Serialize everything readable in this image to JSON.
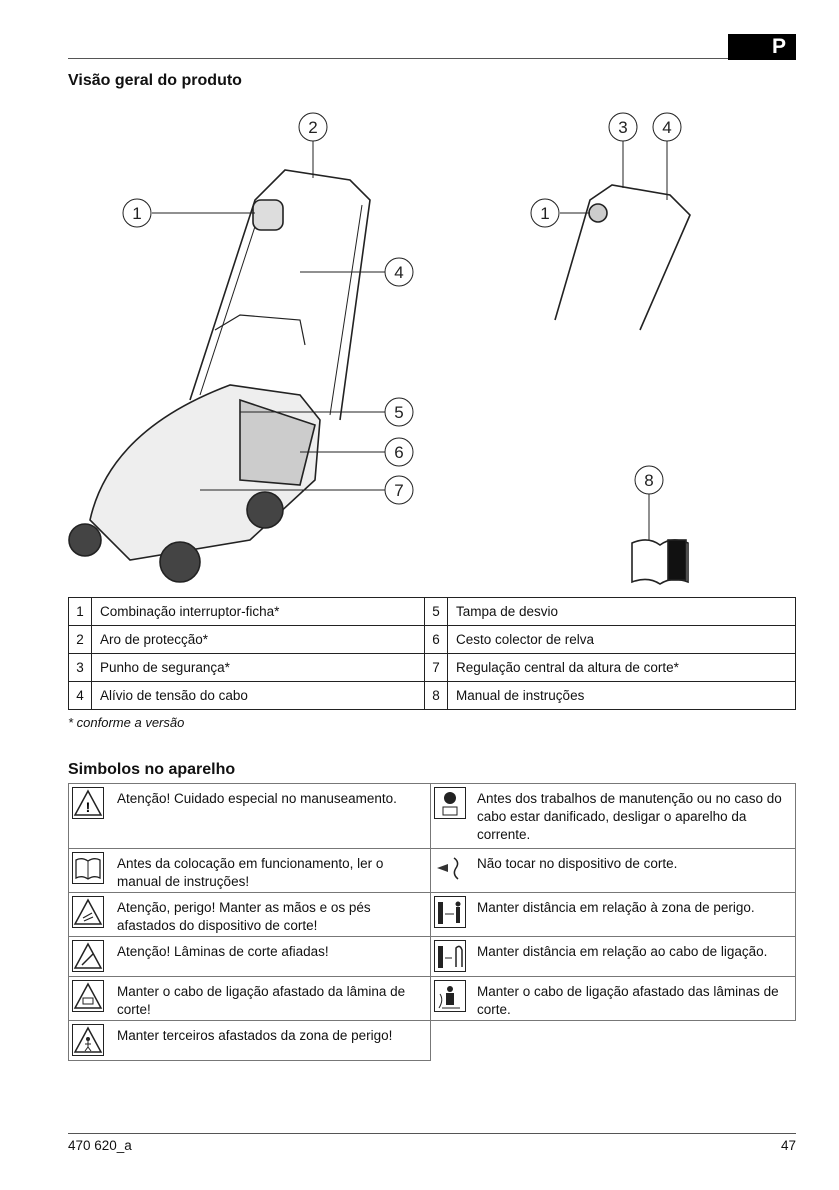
{
  "header": {
    "lang_tab": "P"
  },
  "overview": {
    "title": "Visão geral do produto",
    "callouts": [
      "1",
      "2",
      "3",
      "4",
      "5",
      "6",
      "7",
      "8"
    ],
    "parts": [
      {
        "num": "1",
        "label": "Combinação interruptor-ficha*"
      },
      {
        "num": "2",
        "label": "Aro de protecção*"
      },
      {
        "num": "3",
        "label": "Punho de segurança*"
      },
      {
        "num": "4",
        "label": "Alívio de tensão do cabo"
      },
      {
        "num": "5",
        "label": "Tampa de desvio"
      },
      {
        "num": "6",
        "label": "Cesto colector de relva"
      },
      {
        "num": "7",
        "label": "Regulação central da altura de corte*"
      },
      {
        "num": "8",
        "label": "Manual de instruções"
      }
    ],
    "footnote": "* conforme a versão"
  },
  "symbols": {
    "title": "Simbolos no aparelho",
    "left": [
      {
        "icon": "warning-triangle-icon",
        "text": "Atenção! Cuidado especial no manuseamento."
      },
      {
        "icon": "instruction-manual-icon",
        "text": "Antes da colocação em funcionamento, ler o manual de instruções!"
      },
      {
        "icon": "hands-feet-danger-icon",
        "text": "Atenção, perigo! Manter as mãos e os pés afastados do dispositivo de corte!"
      },
      {
        "icon": "sharp-blades-icon",
        "text": "Atenção! Lâminas de corte afiadas!"
      },
      {
        "icon": "cable-away-blade-icon",
        "text": "Manter o cabo de ligação afastado da lâmina de corte!"
      },
      {
        "icon": "keep-bystanders-away-icon",
        "text": "Manter terceiros afastados da zona de perigo!"
      }
    ],
    "right": [
      {
        "icon": "unplug-before-maintenance-icon",
        "text": "Antes dos trabalhos de manutenção ou no caso do cabo estar danificado, desligar o aparelho da corrente."
      },
      {
        "icon": "do-not-touch-blade-icon",
        "text": "Não tocar no dispositivo de corte."
      },
      {
        "icon": "distance-danger-zone-icon",
        "text": "Manter distância em relação à zona de perigo."
      },
      {
        "icon": "distance-cable-icon",
        "text": "Manter distância em relação ao cabo de ligação."
      },
      {
        "icon": "cable-away-blades-icon",
        "text": "Manter o cabo de ligação afastado das lâminas de corte."
      }
    ]
  },
  "footer": {
    "doc_code": "470 620_a",
    "page_number": "47"
  }
}
